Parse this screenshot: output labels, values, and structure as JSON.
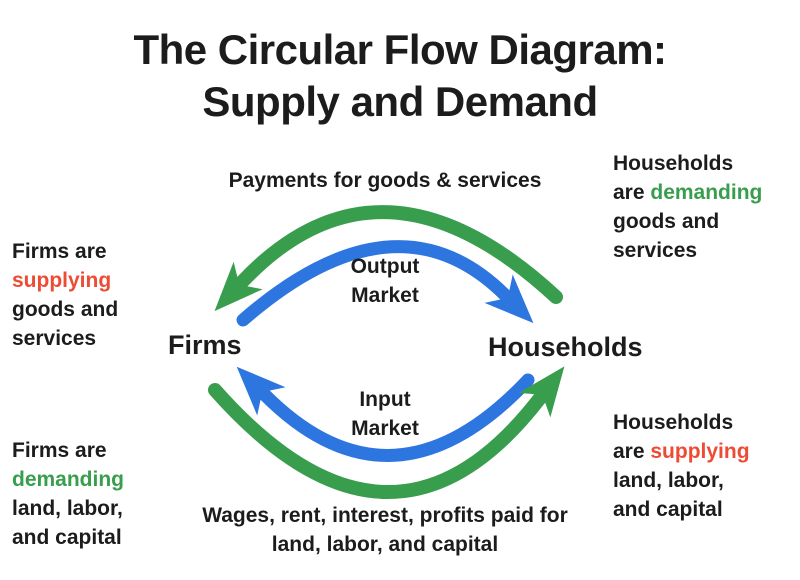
{
  "title": {
    "line1": "The Circular Flow Diagram:",
    "line2": "Supply and Demand"
  },
  "colors": {
    "green": "#389e4d",
    "blue": "#2d76e0",
    "red": "#ee4b35",
    "ink": "#1c1c1c"
  },
  "flows": {
    "top_label": "Payments for goods & services",
    "bottom_label_line1": "Wages, rent, interest, profits paid for",
    "bottom_label_line2": "land, labor, and capital"
  },
  "markets": {
    "output": {
      "line1": "Output",
      "line2": "Market"
    },
    "input": {
      "line1": "Input",
      "line2": "Market"
    }
  },
  "nodes": {
    "firms": "Firms",
    "households": "Households"
  },
  "annotations": {
    "firms_supplying": {
      "line1": "Firms are",
      "highlight": "supplying",
      "line3": "goods and",
      "line4": "services"
    },
    "households_demanding": {
      "line1": "Households",
      "prefix": "are",
      "highlight": "demanding",
      "line3": "goods and",
      "line4": "services"
    },
    "firms_demanding": {
      "line1": "Firms are",
      "highlight": "demanding",
      "line3": "land, labor,",
      "line4": "and capital"
    },
    "households_supplying": {
      "line1": "Households",
      "prefix": "are",
      "highlight": "supplying",
      "line3": "land, labor,",
      "line4": "and capital"
    }
  },
  "icons": {
    "top_money_flow": "green-curved-arrow-left",
    "top_goods_flow": "blue-curved-arrow-right",
    "bottom_inputs_flow": "blue-curved-arrow-left",
    "bottom_wages_flow": "green-curved-arrow-right"
  }
}
